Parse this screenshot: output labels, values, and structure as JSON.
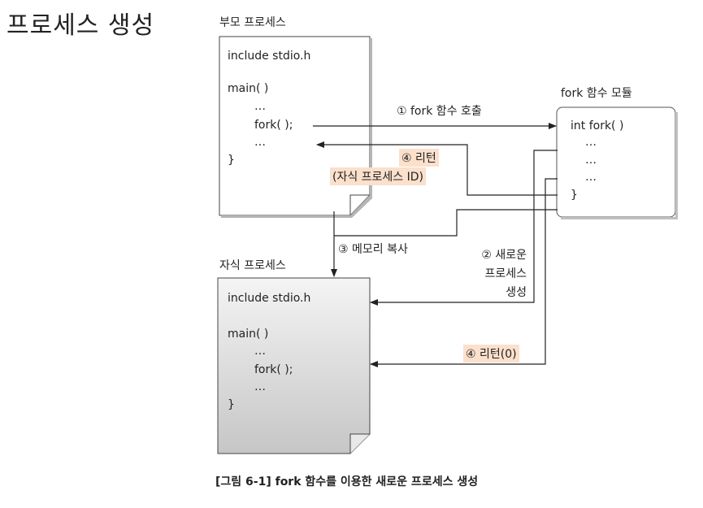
{
  "title": "프로세스 생성",
  "parent": {
    "label": "부모 프로세스",
    "lines": [
      "include stdio.h",
      "main( )",
      "…",
      "fork( );",
      "…",
      "}"
    ]
  },
  "child": {
    "label": "자식 프로세스",
    "lines": [
      "include stdio.h",
      "main( )",
      "…",
      "fork( );",
      "…",
      "}"
    ]
  },
  "module": {
    "label": "fork 함수 모듈",
    "lines": [
      "int fork( )",
      "…",
      "…",
      "…",
      "}"
    ]
  },
  "arrows": {
    "call": "① fork 함수 호출",
    "ret_parent_1": "④ 리턴",
    "ret_parent_2": "(자식 프로세스 ID)",
    "new_1": "② 새로운",
    "new_2": "프로세스",
    "new_3": "생성",
    "copy": "③ 메모리 복사",
    "ret_child": "④ 리턴(0)"
  },
  "caption": "[그림 6-1] fork 함수를 이용한 새로운 프로세스 생성",
  "colors": {
    "highlight": "#fbe0cc",
    "child_fill_light": "#f4f4f4",
    "child_fill_dark": "#c6c6c6"
  }
}
